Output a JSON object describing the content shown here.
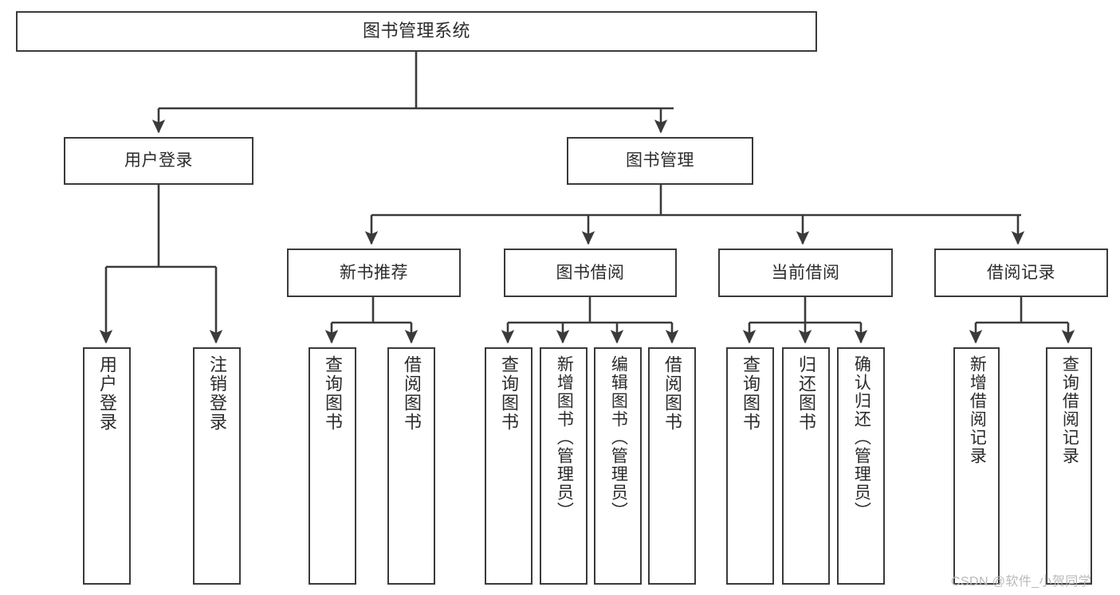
{
  "diagram": {
    "title": "图书管理系统",
    "type": "tree-hierarchy",
    "watermark": "CSDN @软件_小贺同学",
    "colors": {
      "stroke": "#3a3a3a",
      "fill": "#ffffff",
      "text": "#2b2b2b",
      "watermark": "#b9b9b9"
    },
    "nodes": {
      "root": {
        "label": "图书管理系统"
      },
      "level1": [
        {
          "id": "user-login",
          "label": "用户登录"
        },
        {
          "id": "book-manage",
          "label": "图书管理"
        }
      ],
      "level2": [
        {
          "id": "new-book-rec",
          "label": "新书推荐"
        },
        {
          "id": "book-borrow",
          "label": "图书借阅"
        },
        {
          "id": "current-borrow",
          "label": "当前借阅"
        },
        {
          "id": "borrow-record",
          "label": "借阅记录"
        }
      ],
      "leaves": {
        "user_login": [
          {
            "id": "leaf-user-login",
            "label": "用户登录"
          },
          {
            "id": "leaf-logout",
            "label": "注销登录"
          }
        ],
        "new_book_rec": [
          {
            "id": "leaf-query-book-1",
            "label": "查询图书"
          },
          {
            "id": "leaf-borrow-book-1",
            "label": "借阅图书"
          }
        ],
        "book_borrow": [
          {
            "id": "leaf-query-book-2",
            "label": "查询图书"
          },
          {
            "id": "leaf-add-book",
            "label": "新增图书（管理员）"
          },
          {
            "id": "leaf-edit-book",
            "label": "编辑图书（管理员）"
          },
          {
            "id": "leaf-borrow-book-2",
            "label": "借阅图书"
          }
        ],
        "current_borrow": [
          {
            "id": "leaf-query-book-3",
            "label": "查询图书"
          },
          {
            "id": "leaf-return-book",
            "label": "归还图书"
          },
          {
            "id": "leaf-confirm-return",
            "label": "确认归还（管理员）"
          }
        ],
        "borrow_record": [
          {
            "id": "leaf-add-record",
            "label": "新增借阅记录"
          },
          {
            "id": "leaf-query-record",
            "label": "查询借阅记录"
          }
        ]
      }
    }
  }
}
